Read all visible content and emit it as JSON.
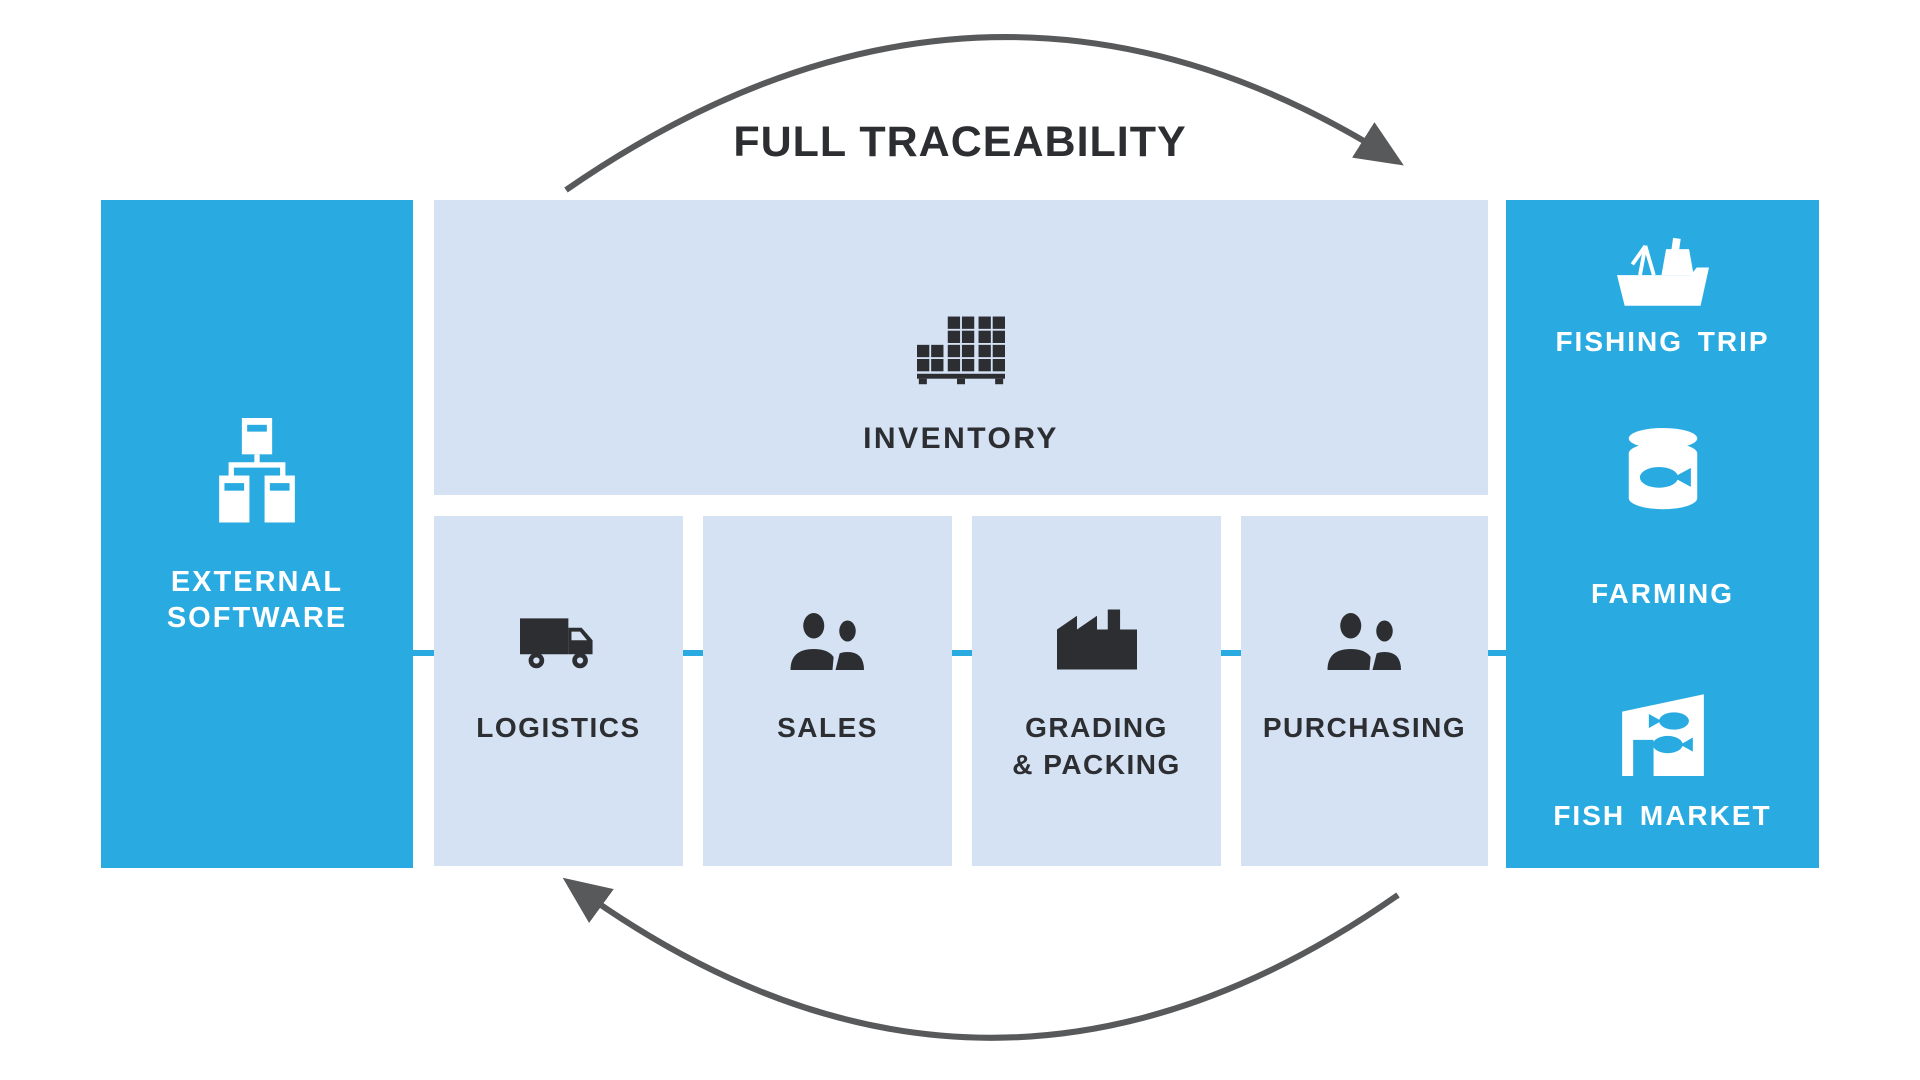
{
  "title": "FULL TRACEABILITY",
  "colors": {
    "accent_blue": "#29ABE2",
    "panel_light_blue": "#D4E2F3",
    "text_dark": "#2D2E32",
    "arrow_gray": "#58595B",
    "text_white": "#FFFFFF"
  },
  "arrows": {
    "top": "clockwise-arrow-right",
    "bottom": "counterclockwise-arrow-left"
  },
  "left_panel": {
    "label": "EXTERNAL\nSOFTWARE",
    "icon": "org-chart-icon"
  },
  "inventory_box": {
    "label": "INVENTORY",
    "icon": "pallet-crates-icon"
  },
  "process_boxes": [
    {
      "label": "LOGISTICS",
      "icon": "truck-icon"
    },
    {
      "label": "SALES",
      "icon": "people-icon"
    },
    {
      "label": "GRADING\n& PACKING",
      "icon": "factory-icon"
    },
    {
      "label": "PURCHASING",
      "icon": "people-icon"
    }
  ],
  "right_panel": {
    "items": [
      {
        "label": "FISHING TRIP",
        "icon": "fishing-boat-icon"
      },
      {
        "label": "FARMING",
        "icon": "fish-can-icon"
      },
      {
        "label": "FISH MARKET",
        "icon": "fish-market-icon"
      }
    ]
  }
}
